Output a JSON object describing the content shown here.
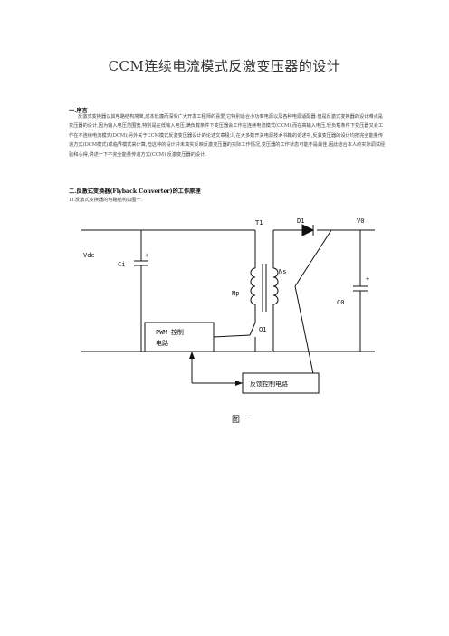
{
  "doc": {
    "title": "CCM连续电流模式反激变压器的设计",
    "section1": {
      "heading": "一.序言",
      "body": "反激式变换器以其电路结构简单,成本低廉而深受广大开发工程师的喜爱,它特别适合小功率电源以及各种电源适配器.但是反激式变换器的设计难点是变压器的设计,因为输入电压范围宽,特别是在低输入电压,满负载条件下变压器会工作在连续电流模式(CCM),而在高输入电压,轻负载条件下变压器又会工作在不连续电流模式(DCM);另外关于CCM模式反激变压器设计的论述文章极少,在大多数开关电源技术书籍的论述中,反激变压器的设计均按完全能量传递方式(DCM模式)或临界模式来计算,但这种的设计并未真实反映反激变压器的实际工作情况,变压器的工作状态可能不是最佳.因此结合本人的实际调试经验和心得,讲述一下不完全能量传递方式(CCM) 反激变压器的设计."
    },
    "section2": {
      "heading": "二.反激式变换器(Flyback Converter)的工作原理",
      "line1": "1).反激式变换器的电路结构如图一."
    }
  },
  "circuit": {
    "labels": {
      "vdc": "Vdc",
      "ci": "Ci",
      "t1": "T1",
      "d1": "D1",
      "v0": "V0",
      "np": "Np",
      "ns": "Ns",
      "c0": "C0",
      "q1": "Q1",
      "pwm_line1": "PWM 控制",
      "pwm_line2": "电路",
      "feedback": "反馈控制电路",
      "caption": "图一"
    },
    "plus_sign": "+"
  }
}
